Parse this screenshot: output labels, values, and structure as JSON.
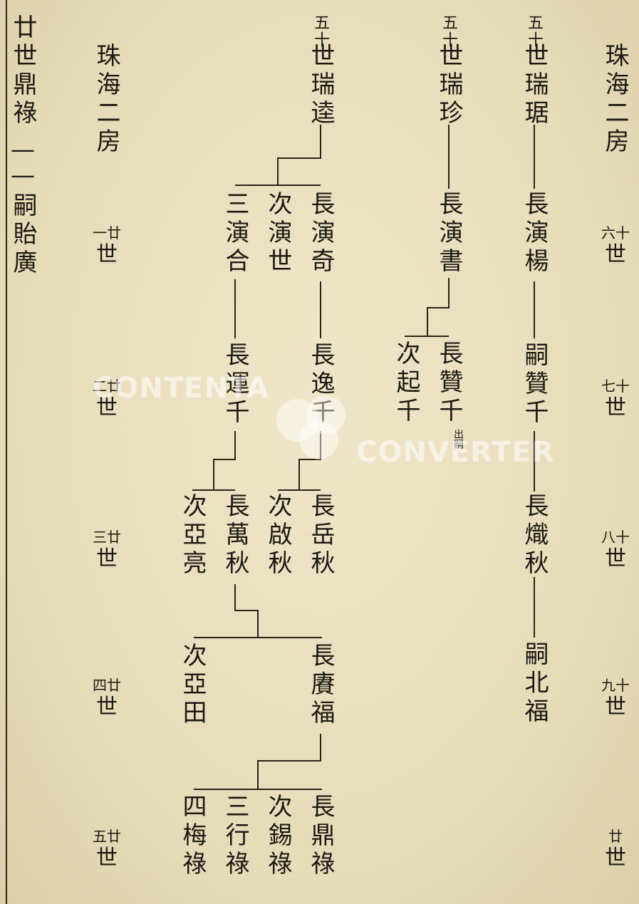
{
  "left_margin": {
    "line1": "廿世鼎祿",
    "dash": "——",
    "line2": "嗣貽廣"
  },
  "branch_title_left": "珠海二房",
  "branch_title_right": "珠海二房",
  "gen_left": [
    {
      "num": "一廿",
      "shi": "世"
    },
    {
      "num": "二廿",
      "shi": "世"
    },
    {
      "num": "三廿",
      "shi": "世"
    },
    {
      "num": "四廿",
      "shi": "世"
    },
    {
      "num": "五廿",
      "shi": "世"
    }
  ],
  "gen_right": [
    {
      "num": "六十",
      "shi": "世"
    },
    {
      "num": "七十",
      "shi": "世"
    },
    {
      "num": "八十",
      "shi": "世"
    },
    {
      "num": "九十",
      "shi": "世"
    },
    {
      "num": "廿",
      "shi": "世"
    }
  ],
  "persons": {
    "col1_head": {
      "gen": "五十",
      "rest": "世瑞琚"
    },
    "col1_g16": "長演楊",
    "col1_g17": "嗣贊千",
    "col1_g18": "長熾秋",
    "col1_g19": "嗣北福",
    "col2_head": {
      "gen": "五十",
      "rest": "世瑞珍"
    },
    "col2_g16": "長演書",
    "col2_g17a": "長贊千",
    "col2_g17a_note": "出嗣",
    "col2_g17b": "次起千",
    "col3_head": {
      "gen": "五十",
      "rest": "世瑞逵"
    },
    "col3_g16a": "長演奇",
    "col3_g16b": "次演世",
    "col3_g16c": "三演合",
    "col3_g17a": "長逸千",
    "col3_g17b": "長運千",
    "col3_g18a": "長岳秋",
    "col3_g18b": "次啟秋",
    "col3_g18c": "長萬秋",
    "col3_g18d": "次亞亮",
    "col3_g19a": "長賡福",
    "col3_g19b": "次亞田",
    "col3_g20a": "長鼎祿",
    "col3_g20b": "次錫祿",
    "col3_g20c": "三行祿",
    "col3_g20d": "四梅祿"
  },
  "watermark": {
    "left": "CONTENTA",
    "right": "CONVERTER"
  }
}
